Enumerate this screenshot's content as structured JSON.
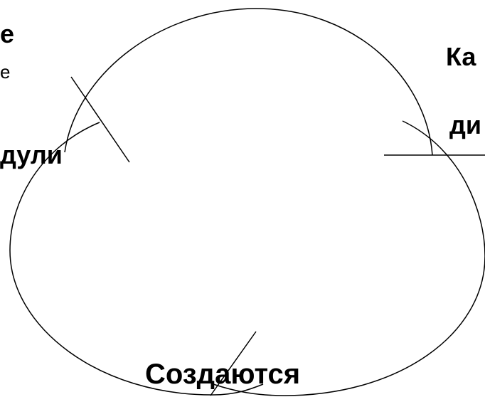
{
  "labels": {
    "top_left_1": "е",
    "top_left_2": "е",
    "left_mid": "дули",
    "top_right": "Ка",
    "right_mid": "ди",
    "bottom": "Создаются"
  },
  "colors": {
    "stroke": "#000000",
    "background": "#ffffff",
    "text": "#000000"
  }
}
